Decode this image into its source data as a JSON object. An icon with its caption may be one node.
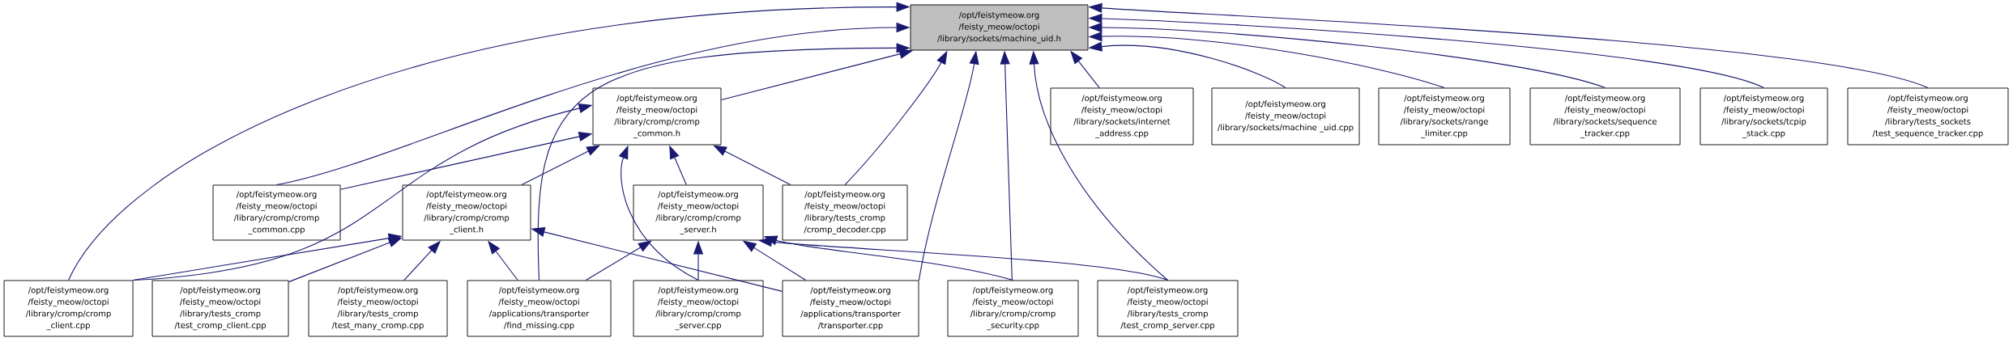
{
  "diagram": {
    "nodes": [
      {
        "text": [
          "/opt/feistymeow.org /feisty_meow/octopi /library/sockets/machine_uid.h"
        ]
      },
      {
        "text": [
          "/opt/feistymeow.org /feisty_meow/octopi /library/cromp/cromp _common.h"
        ]
      },
      {
        "text": [
          "/opt/feistymeow.org /feisty_meow/octopi /library/sockets/internet _address.cpp"
        ]
      },
      {
        "text": [
          "/opt/feistymeow.org /feisty_meow/octopi /library/sockets/machine _uid.cpp"
        ]
      },
      {
        "text": [
          "/opt/feistymeow.org /feisty_meow/octopi /library/sockets/range _limiter.cpp"
        ]
      },
      {
        "text": [
          "/opt/feistymeow.org /feisty_meow/octopi /library/sockets/sequence _tracker.cpp"
        ]
      },
      {
        "text": [
          "/opt/feistymeow.org /feisty_meow/octopi /library/sockets/tcpip _stack.cpp"
        ]
      },
      {
        "text": [
          "/opt/feistymeow.org /feisty_meow/octopi /library/tests_sockets /test_sequence_tracker.cpp"
        ]
      },
      {
        "text": [
          "/opt/feistymeow.org /feisty_meow/octopi /library/cromp/cromp _common.cpp"
        ]
      },
      {
        "text": [
          "/opt/feistymeow.org /feisty_meow/octopi /library/cromp/cromp _client.h"
        ]
      },
      {
        "text": [
          "/opt/feistymeow.org /feisty_meow/octopi /library/cromp/cromp _server.h"
        ]
      },
      {
        "text": [
          "/opt/feistymeow.org /feisty_meow/octopi /library/tests_cromp /cromp_decoder.cpp"
        ]
      },
      {
        "text": [
          "/opt/feistymeow.org /feisty_meow/octopi /library/cromp/cromp _client.cpp"
        ]
      },
      {
        "text": [
          "/opt/feistymeow.org /feisty_meow/octopi /library/tests_cromp /test_cromp_client.cpp"
        ]
      },
      {
        "text": [
          "/opt/feistymeow.org /feisty_meow/octopi /library/tests_cromp /test_many_cromp.cpp"
        ]
      },
      {
        "text": [
          "/opt/feistymeow.org /feisty_meow/octopi /applications/transporter /find_missing.cpp"
        ]
      },
      {
        "text": [
          "/opt/feistymeow.org /feisty_meow/octopi /library/cromp/cromp _server.cpp"
        ]
      },
      {
        "text": [
          "/opt/feistymeow.org /feisty_meow/octopi /applications/transporter /transporter.cpp"
        ]
      },
      {
        "text": [
          "/opt/feistymeow.org /feisty_meow/octopi /library/cromp/cromp _security.cpp"
        ]
      },
      {
        "text": [
          "/opt/feistymeow.org /feisty_meow/octopi /library/tests_cromp /test_cromp_server.cpp"
        ]
      }
    ],
    "edges": [
      {
        "from": 12,
        "to": 0,
        "arrow": "to"
      },
      {
        "from": 8,
        "to": 0,
        "arrow": "to"
      },
      {
        "from": 15,
        "to": 0,
        "arrow": "to"
      },
      {
        "from": 1,
        "to": 0,
        "arrow": "to"
      },
      {
        "from": 11,
        "to": 0,
        "arrow": "to"
      },
      {
        "from": 17,
        "to": 0,
        "arrow": "to"
      },
      {
        "from": 18,
        "to": 0,
        "arrow": "to"
      },
      {
        "from": 19,
        "to": 0,
        "arrow": "to"
      },
      {
        "from": 2,
        "to": 0,
        "arrow": "to"
      },
      {
        "from": 3,
        "to": 0,
        "arrow": "to"
      },
      {
        "from": 4,
        "to": 0,
        "arrow": "to"
      },
      {
        "from": 5,
        "to": 0,
        "arrow": "to"
      },
      {
        "from": 6,
        "to": 0,
        "arrow": "to"
      },
      {
        "from": 7,
        "to": 0,
        "arrow": "to"
      },
      {
        "from": 8,
        "to": 1,
        "arrow": "to"
      },
      {
        "from": 12,
        "to": 1,
        "arrow": "to"
      },
      {
        "from": 9,
        "to": 1,
        "arrow": "to"
      },
      {
        "from": 16,
        "to": 1,
        "arrow": "to"
      },
      {
        "from": 10,
        "to": 1,
        "arrow": "to"
      },
      {
        "from": 11,
        "to": 1,
        "arrow": "to"
      },
      {
        "from": 12,
        "to": 9,
        "arrow": "to"
      },
      {
        "from": 13,
        "to": 9,
        "arrow": "to"
      },
      {
        "from": 14,
        "to": 9,
        "arrow": "to"
      },
      {
        "from": 15,
        "to": 9,
        "arrow": "to"
      },
      {
        "from": 17,
        "to": 9,
        "arrow": "to"
      },
      {
        "from": 15,
        "to": 10,
        "arrow": "to"
      },
      {
        "from": 16,
        "to": 10,
        "arrow": "to"
      },
      {
        "from": 17,
        "to": 10,
        "arrow": "to"
      },
      {
        "from": 18,
        "to": 10,
        "arrow": "to"
      },
      {
        "from": 19,
        "to": 10,
        "arrow": "to"
      }
    ]
  }
}
